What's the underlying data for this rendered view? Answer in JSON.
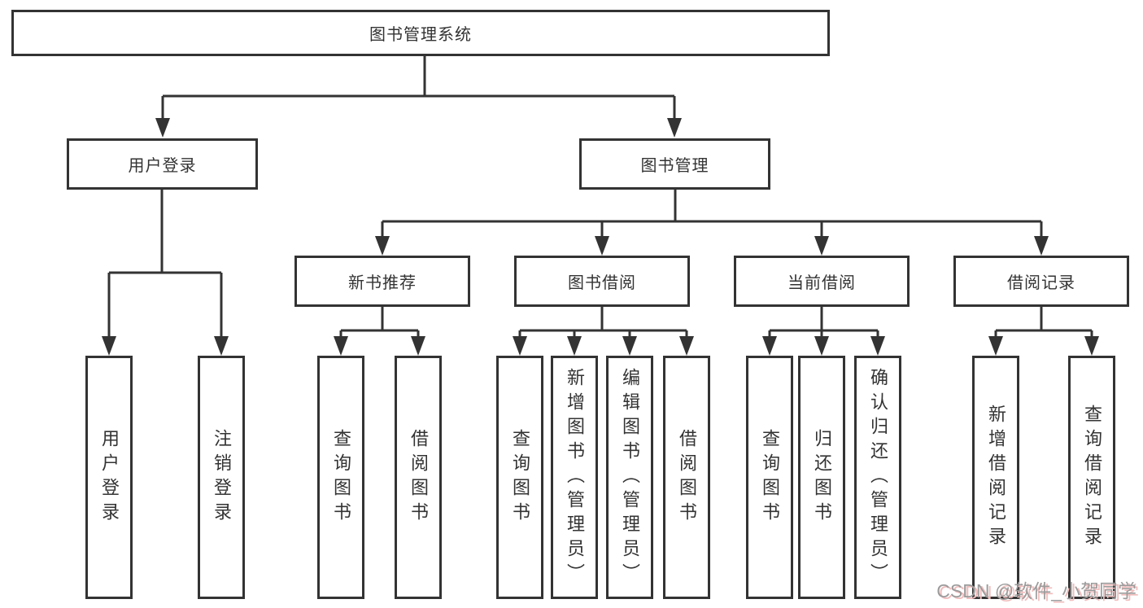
{
  "tree": {
    "label": "图书管理系统",
    "children": [
      {
        "label": "用户登录",
        "children": [
          {
            "label": "用户登录"
          },
          {
            "label": "注销登录"
          }
        ]
      },
      {
        "label": "图书管理",
        "children": [
          {
            "label": "新书推荐",
            "children": [
              {
                "label": "查询图书"
              },
              {
                "label": "借阅图书"
              }
            ]
          },
          {
            "label": "图书借阅",
            "children": [
              {
                "label": "查询图书"
              },
              {
                "label": "新增图书（管理员）"
              },
              {
                "label": "编辑图书（管理员）"
              },
              {
                "label": "借阅图书"
              }
            ]
          },
          {
            "label": "当前借阅",
            "children": [
              {
                "label": "查询图书"
              },
              {
                "label": "归还图书"
              },
              {
                "label": "确认归还（管理员）"
              }
            ]
          },
          {
            "label": "借阅记录",
            "children": [
              {
                "label": "新增借阅记录"
              },
              {
                "label": "查询借阅记录"
              }
            ]
          }
        ]
      }
    ]
  },
  "watermark": {
    "text": "CSDN @软件_小贺同学"
  },
  "colors": {
    "line": "#333333",
    "box_background": "#ffffff",
    "page_background": "#ffffff",
    "watermark_text": "#9b9b9b",
    "watermark_shadow": "#f0bcbc"
  }
}
